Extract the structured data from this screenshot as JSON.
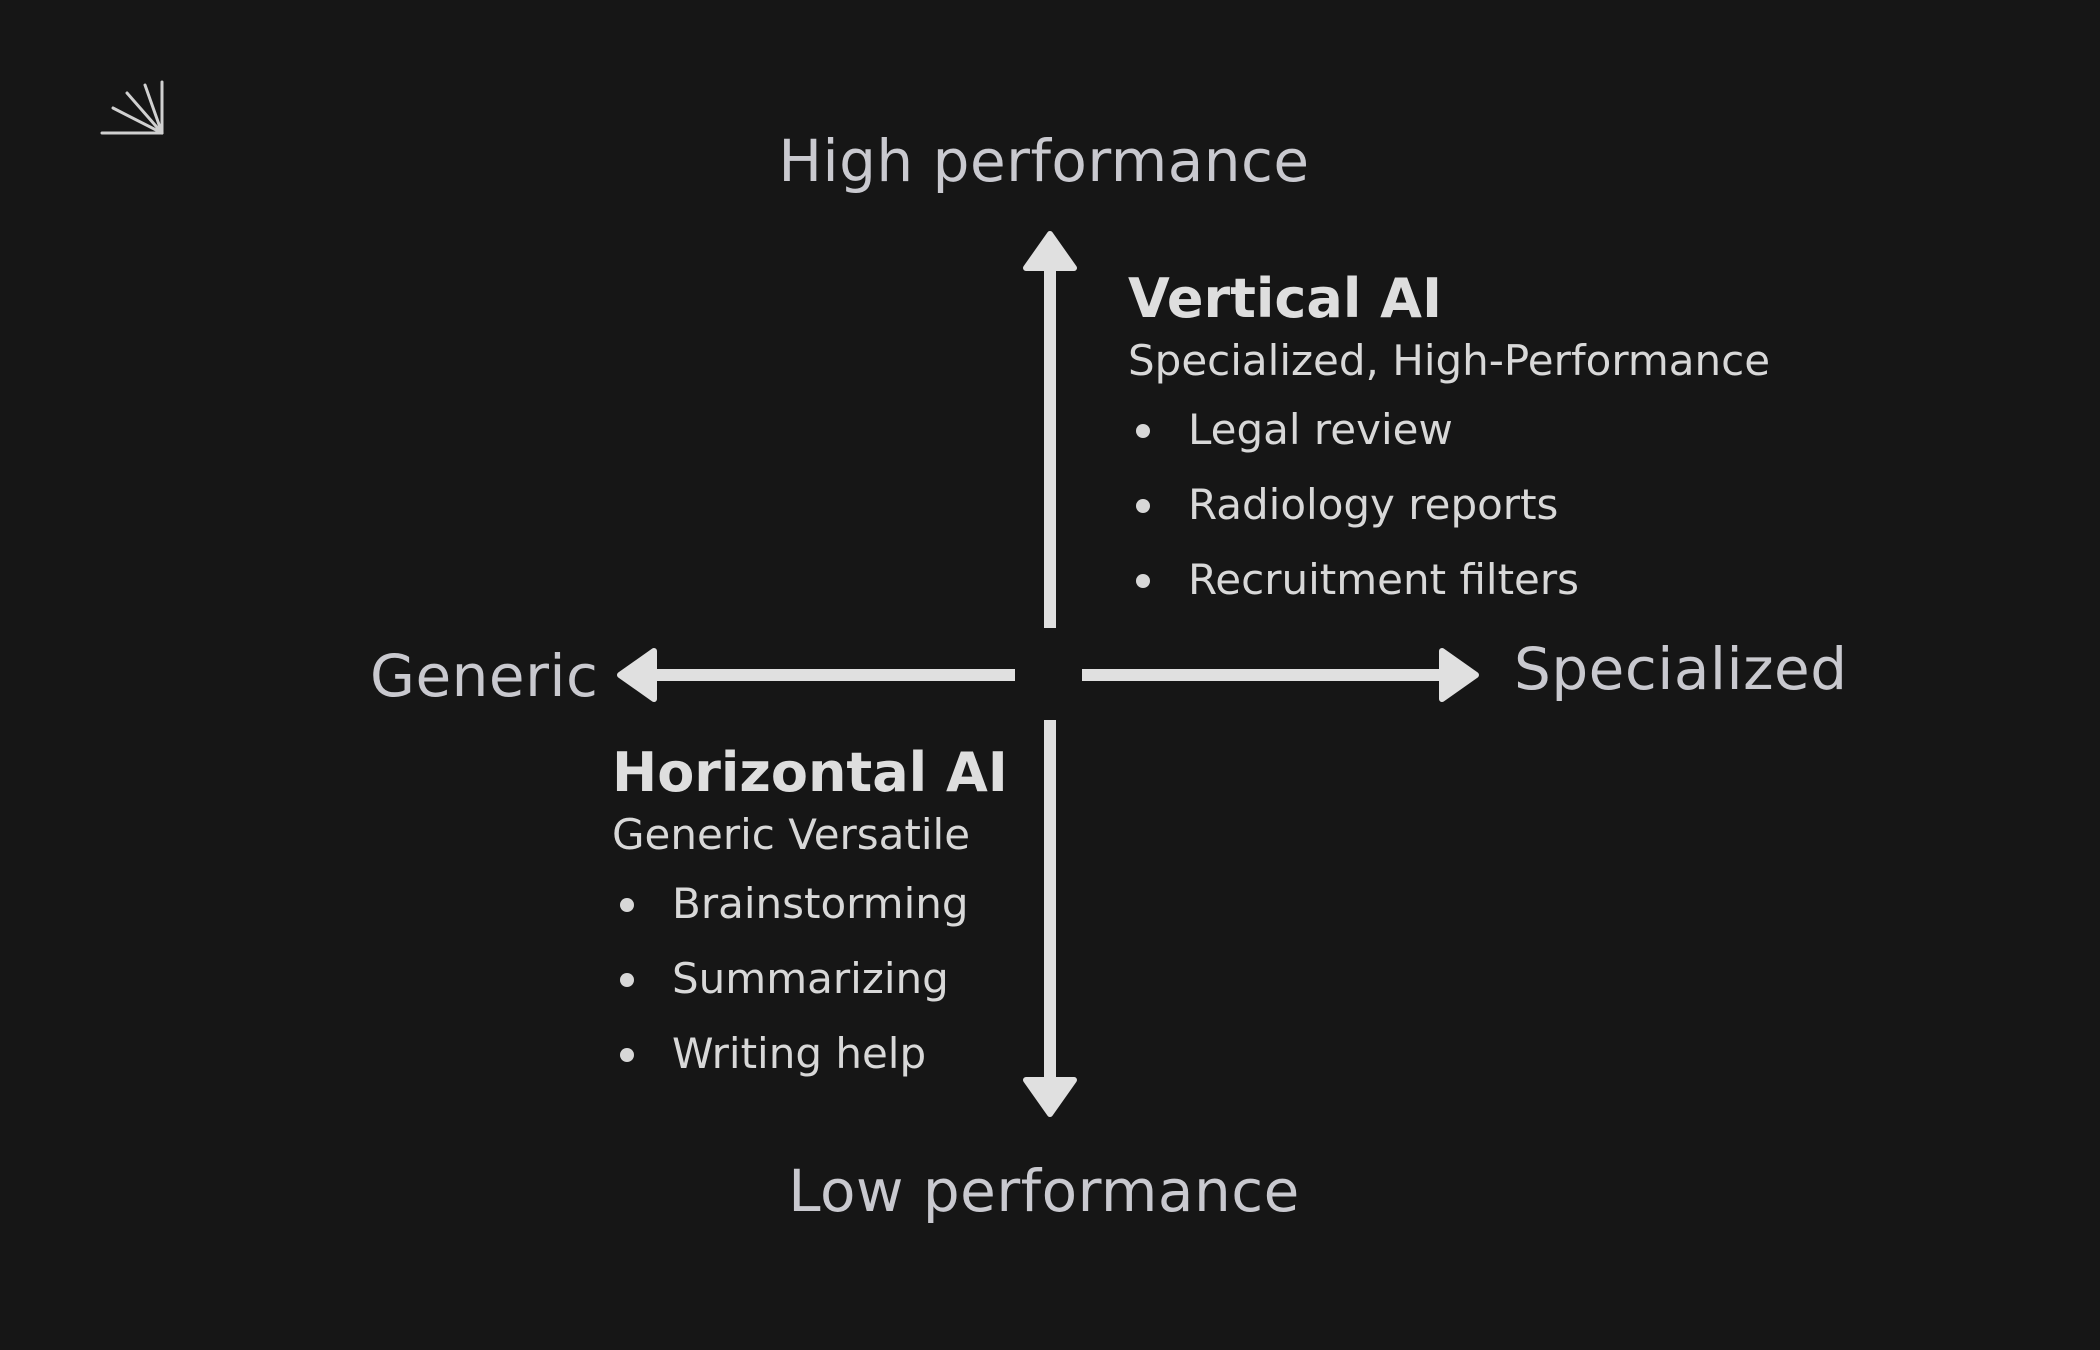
{
  "colors": {
    "background": "#161616",
    "axis": "#e0e0e0",
    "axis_label_text": "#c9c9cf",
    "body_text": "#d8d8d8"
  },
  "logo": {
    "icon": "arrow-burst-logo-icon"
  },
  "axes": {
    "top_label": "High performance",
    "bottom_label": "Low performance",
    "left_label": "Generic",
    "right_label": "Specialized"
  },
  "quadrants": {
    "vertical": {
      "title": "Vertical AI",
      "subtitle": "Specialized, High-Performance",
      "items": [
        "Legal review",
        "Radiology reports",
        "Recruitment filters"
      ]
    },
    "horizontal": {
      "title": "Horizontal AI",
      "subtitle": "Generic Versatile",
      "items": [
        "Brainstorming",
        "Summarizing",
        "Writing help"
      ]
    }
  }
}
